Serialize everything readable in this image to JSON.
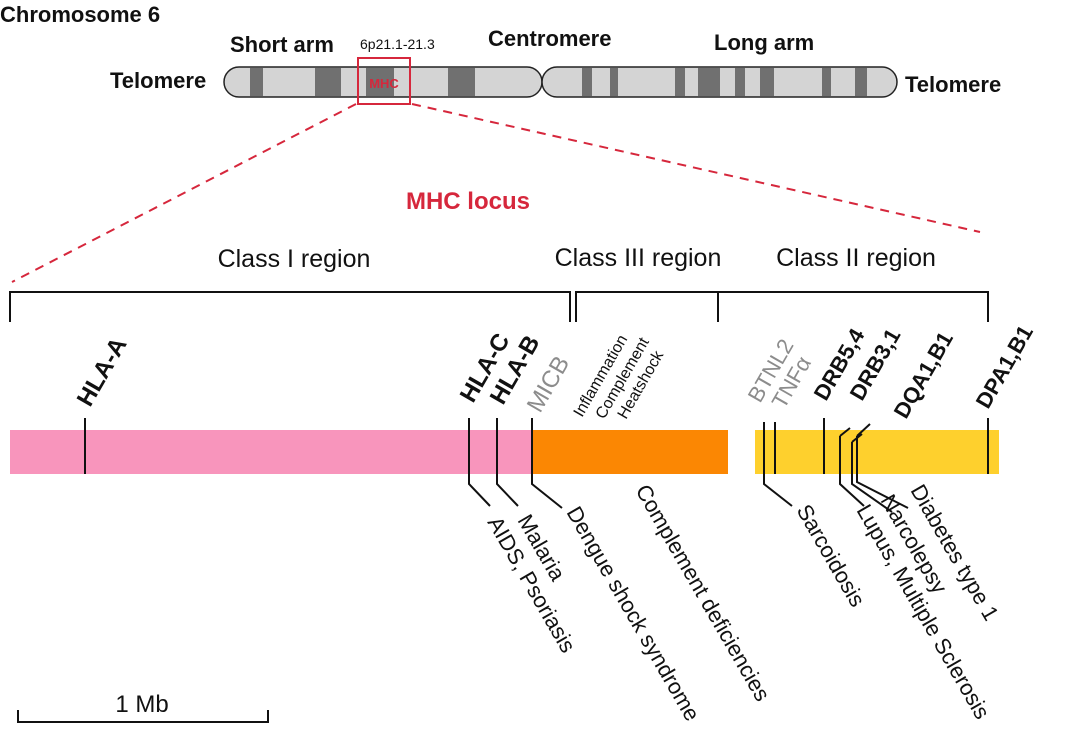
{
  "title": "Chromosome 6",
  "chromosome": {
    "short_arm": "Short arm",
    "band": "6p21.1-21.3",
    "centromere": "Centromere",
    "long_arm": "Long arm",
    "telomere_left": "Telomere",
    "telomere_right": "Telomere",
    "mhc_marker": "MHC"
  },
  "locus": {
    "title": "MHC locus",
    "regions": {
      "class1": "Class I region",
      "class3": "Class III region",
      "class2": "Class II region"
    },
    "colors": {
      "class1": "#f895bc",
      "class3": "#fb8703",
      "class2": "#fed02d",
      "highlight": "#d6273c",
      "grey_gene": "#8c8c8c"
    },
    "genes": {
      "hla_a": "HLA-A",
      "hla_c": "HLA-C",
      "hla_b": "HLA-B",
      "micb": "MICB",
      "inflammation": "Inflammation",
      "complement": "Complement",
      "heatshock": "Heatshock",
      "btnl2": "BTNL2",
      "tnfa": "TNFα",
      "drb54": "DRB5,4",
      "drb31": "DRB3,1",
      "dqa1b1": "DQA1,B1",
      "dpa1b1": "DPA1,B1"
    },
    "diseases": {
      "aids_psoriasis": "AIDS, Psoriasis",
      "malaria": "Malaria",
      "dengue": "Dengue shock syndrome",
      "complement_def": "Complement deficiencies",
      "sarcoidosis": "Sarcoidosis",
      "lupus_ms": "Lupus, Multiple Sclerosis",
      "narcolepsy": "Narcolepsy",
      "diabetes": "Diabetes type 1"
    }
  },
  "scale_bar": "1 Mb"
}
